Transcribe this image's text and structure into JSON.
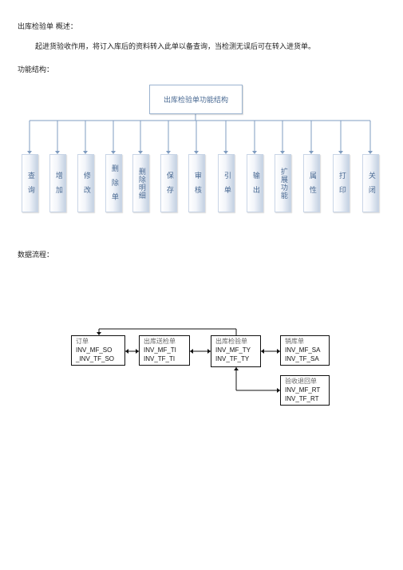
{
  "header": {
    "title": "出库检验单  概述："
  },
  "intro": {
    "text": "起进货验收作用，将订入库后的资料转入此单以备查询，当检测无误后可在转入进货单。"
  },
  "section_labels": {
    "function_structure": "功能结构：",
    "data_flow": "数据流程："
  },
  "structure": {
    "root": "出库检验单功能结构",
    "modules": [
      "查 询",
      "增 加",
      "修 改",
      "删 除 单",
      "删除明细",
      "保 存",
      "审 核",
      "引 单",
      "输 出",
      "扩展功能",
      "属 性",
      "打 印",
      "关 闭"
    ]
  },
  "flow": {
    "order": {
      "title": "订单",
      "lines": [
        "INV_MF_SO",
        "_INV_TF_SO"
      ]
    },
    "outbound_notice": {
      "title": "出库送检单",
      "lines": [
        "INV_MF_TI",
        "INV_TF_TI"
      ]
    },
    "outbound_inspection": {
      "title": "出库检验单",
      "lines": [
        "INV_MF_TY",
        "INV_TF_TY"
      ]
    },
    "sales": {
      "title": "销库单",
      "lines": [
        "INV_MF_SA",
        "INV_TF_SA"
      ]
    },
    "return": {
      "title": "验收退回单",
      "lines": [
        "INV_MF_RT",
        "INV_TF_RT"
      ]
    }
  },
  "colors": {
    "chart_border": "#9bb3cf",
    "chart_text": "#4a6a93",
    "connector": "#7f9cc0"
  }
}
